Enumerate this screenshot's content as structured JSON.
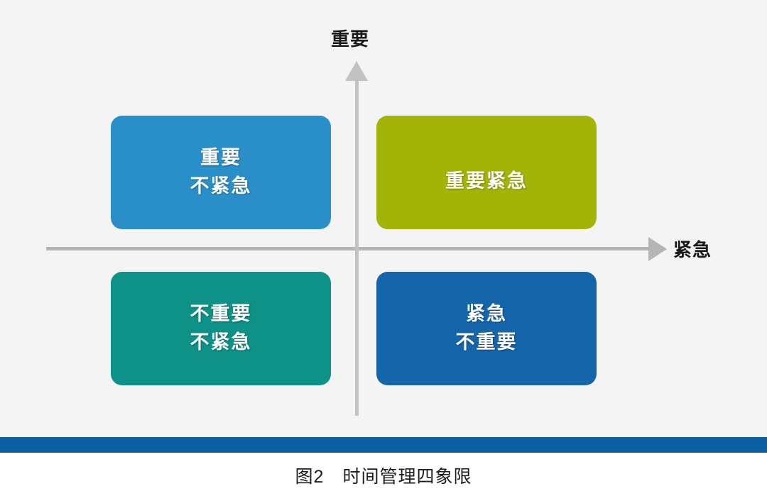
{
  "figure": {
    "caption": "图2　时间管理四象限",
    "background_color": "#f4f4f4",
    "accent_bar_color": "#0b5ea3"
  },
  "axes": {
    "vertical": {
      "label": "重要",
      "arrow_icon": "arrow-up-icon",
      "line_color": "#c2c2c2"
    },
    "horizontal": {
      "label": "紧急",
      "arrow_icon": "arrow-right-icon",
      "line_color": "#b5b5b5"
    }
  },
  "chart_data": {
    "type": "table",
    "title": "图2　时间管理四象限",
    "xlabel": "紧急",
    "ylabel": "重要",
    "quadrants": [
      {
        "position": "top-left",
        "lines": [
          "重要",
          "不紧急"
        ],
        "color": "#2a8fc9",
        "urgent": false,
        "important": true
      },
      {
        "position": "top-right",
        "lines": [
          "重要紧急"
        ],
        "color": "#a2b408",
        "urgent": true,
        "important": true
      },
      {
        "position": "bottom-left",
        "lines": [
          "不重要",
          "不紧急"
        ],
        "color": "#0e9186",
        "urgent": false,
        "important": false
      },
      {
        "position": "bottom-right",
        "lines": [
          "紧急",
          "不重要"
        ],
        "color": "#1565ab",
        "urgent": true,
        "important": false
      }
    ]
  }
}
